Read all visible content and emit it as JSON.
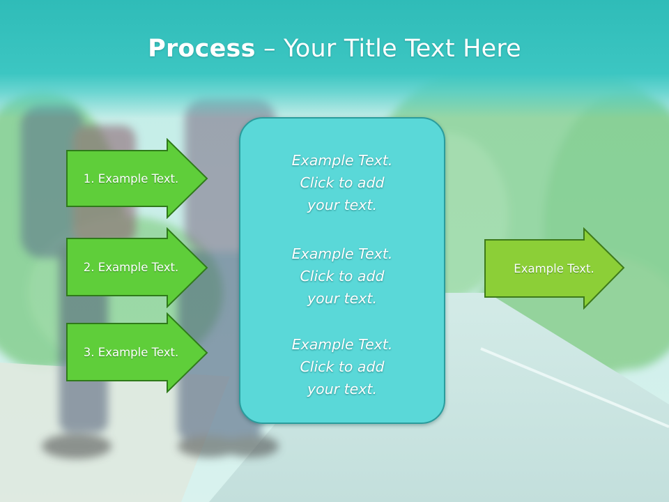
{
  "slide": {
    "title_bold": "Process",
    "title_rest": " – Your Title Text Here"
  },
  "steps": [
    {
      "label": "1. Example Text."
    },
    {
      "label": "2. Example Text."
    },
    {
      "label": "3. Example Text."
    }
  ],
  "center_box": {
    "paragraphs": [
      {
        "line1": "Example Text.",
        "line2": "Click  to add",
        "line3": "your text."
      },
      {
        "line1": "Example Text.",
        "line2": "Click  to add",
        "line3": "your text."
      },
      {
        "line1": "Example Text.",
        "line2": "Click  to add",
        "line3": "your text."
      }
    ]
  },
  "output_arrow": {
    "label": "Example Text."
  },
  "colors": {
    "title_band": "#3cc6c2",
    "step_arrow": "#5fce3a",
    "output_arrow": "#8ccf37",
    "center_box": "#5ad8d8"
  }
}
